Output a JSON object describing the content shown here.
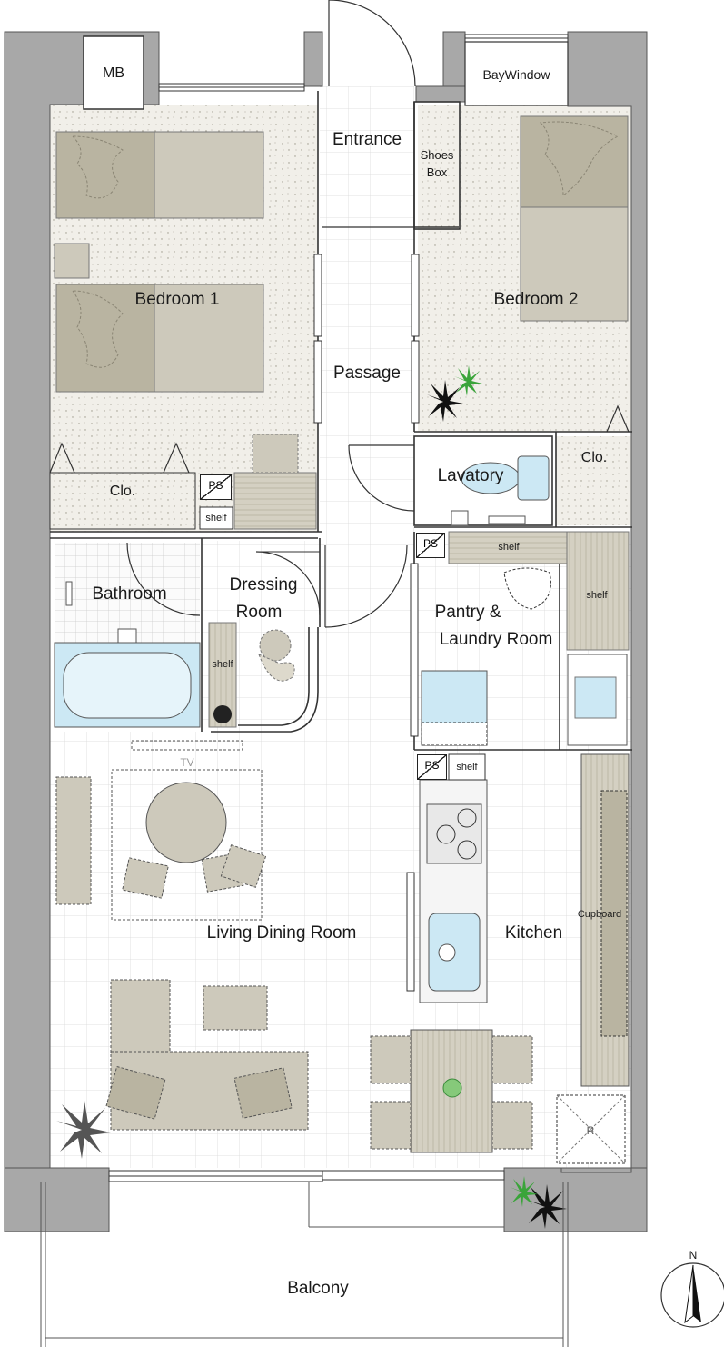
{
  "rooms": {
    "mb": "MB",
    "bay_window": "BayWindow",
    "entrance": "Entrance",
    "shoes_box_line1": "Shoes",
    "shoes_box_line2": "Box",
    "bedroom1": "Bedroom 1",
    "bedroom2": "Bedroom 2",
    "passage": "Passage",
    "closet1": "Clo.",
    "closet2": "Clo.",
    "lavatory": "Lavatory",
    "bathroom": "Bathroom",
    "dressing_line1": "Dressing",
    "dressing_line2": "Room",
    "pantry_line1": "Pantry &",
    "pantry_line2": "Laundry Room",
    "living": "Living Dining Room",
    "kitchen": "Kitchen",
    "cupboard": "Cupboard",
    "balcony": "Balcony"
  },
  "fixtures": {
    "ps": "PS",
    "shelf": "shelf",
    "tv": "TV",
    "refrigerator": "R"
  },
  "compass": {
    "north": "N"
  },
  "colors": {
    "wall": "#a8a8a8",
    "floor_carpet": "#f1efe9",
    "floor_tile": "#ffffff",
    "furniture": "#cdc9bb",
    "furniture_dark": "#b0ab98",
    "water": "#cce8f4",
    "plant_green": "#3aa43a"
  }
}
